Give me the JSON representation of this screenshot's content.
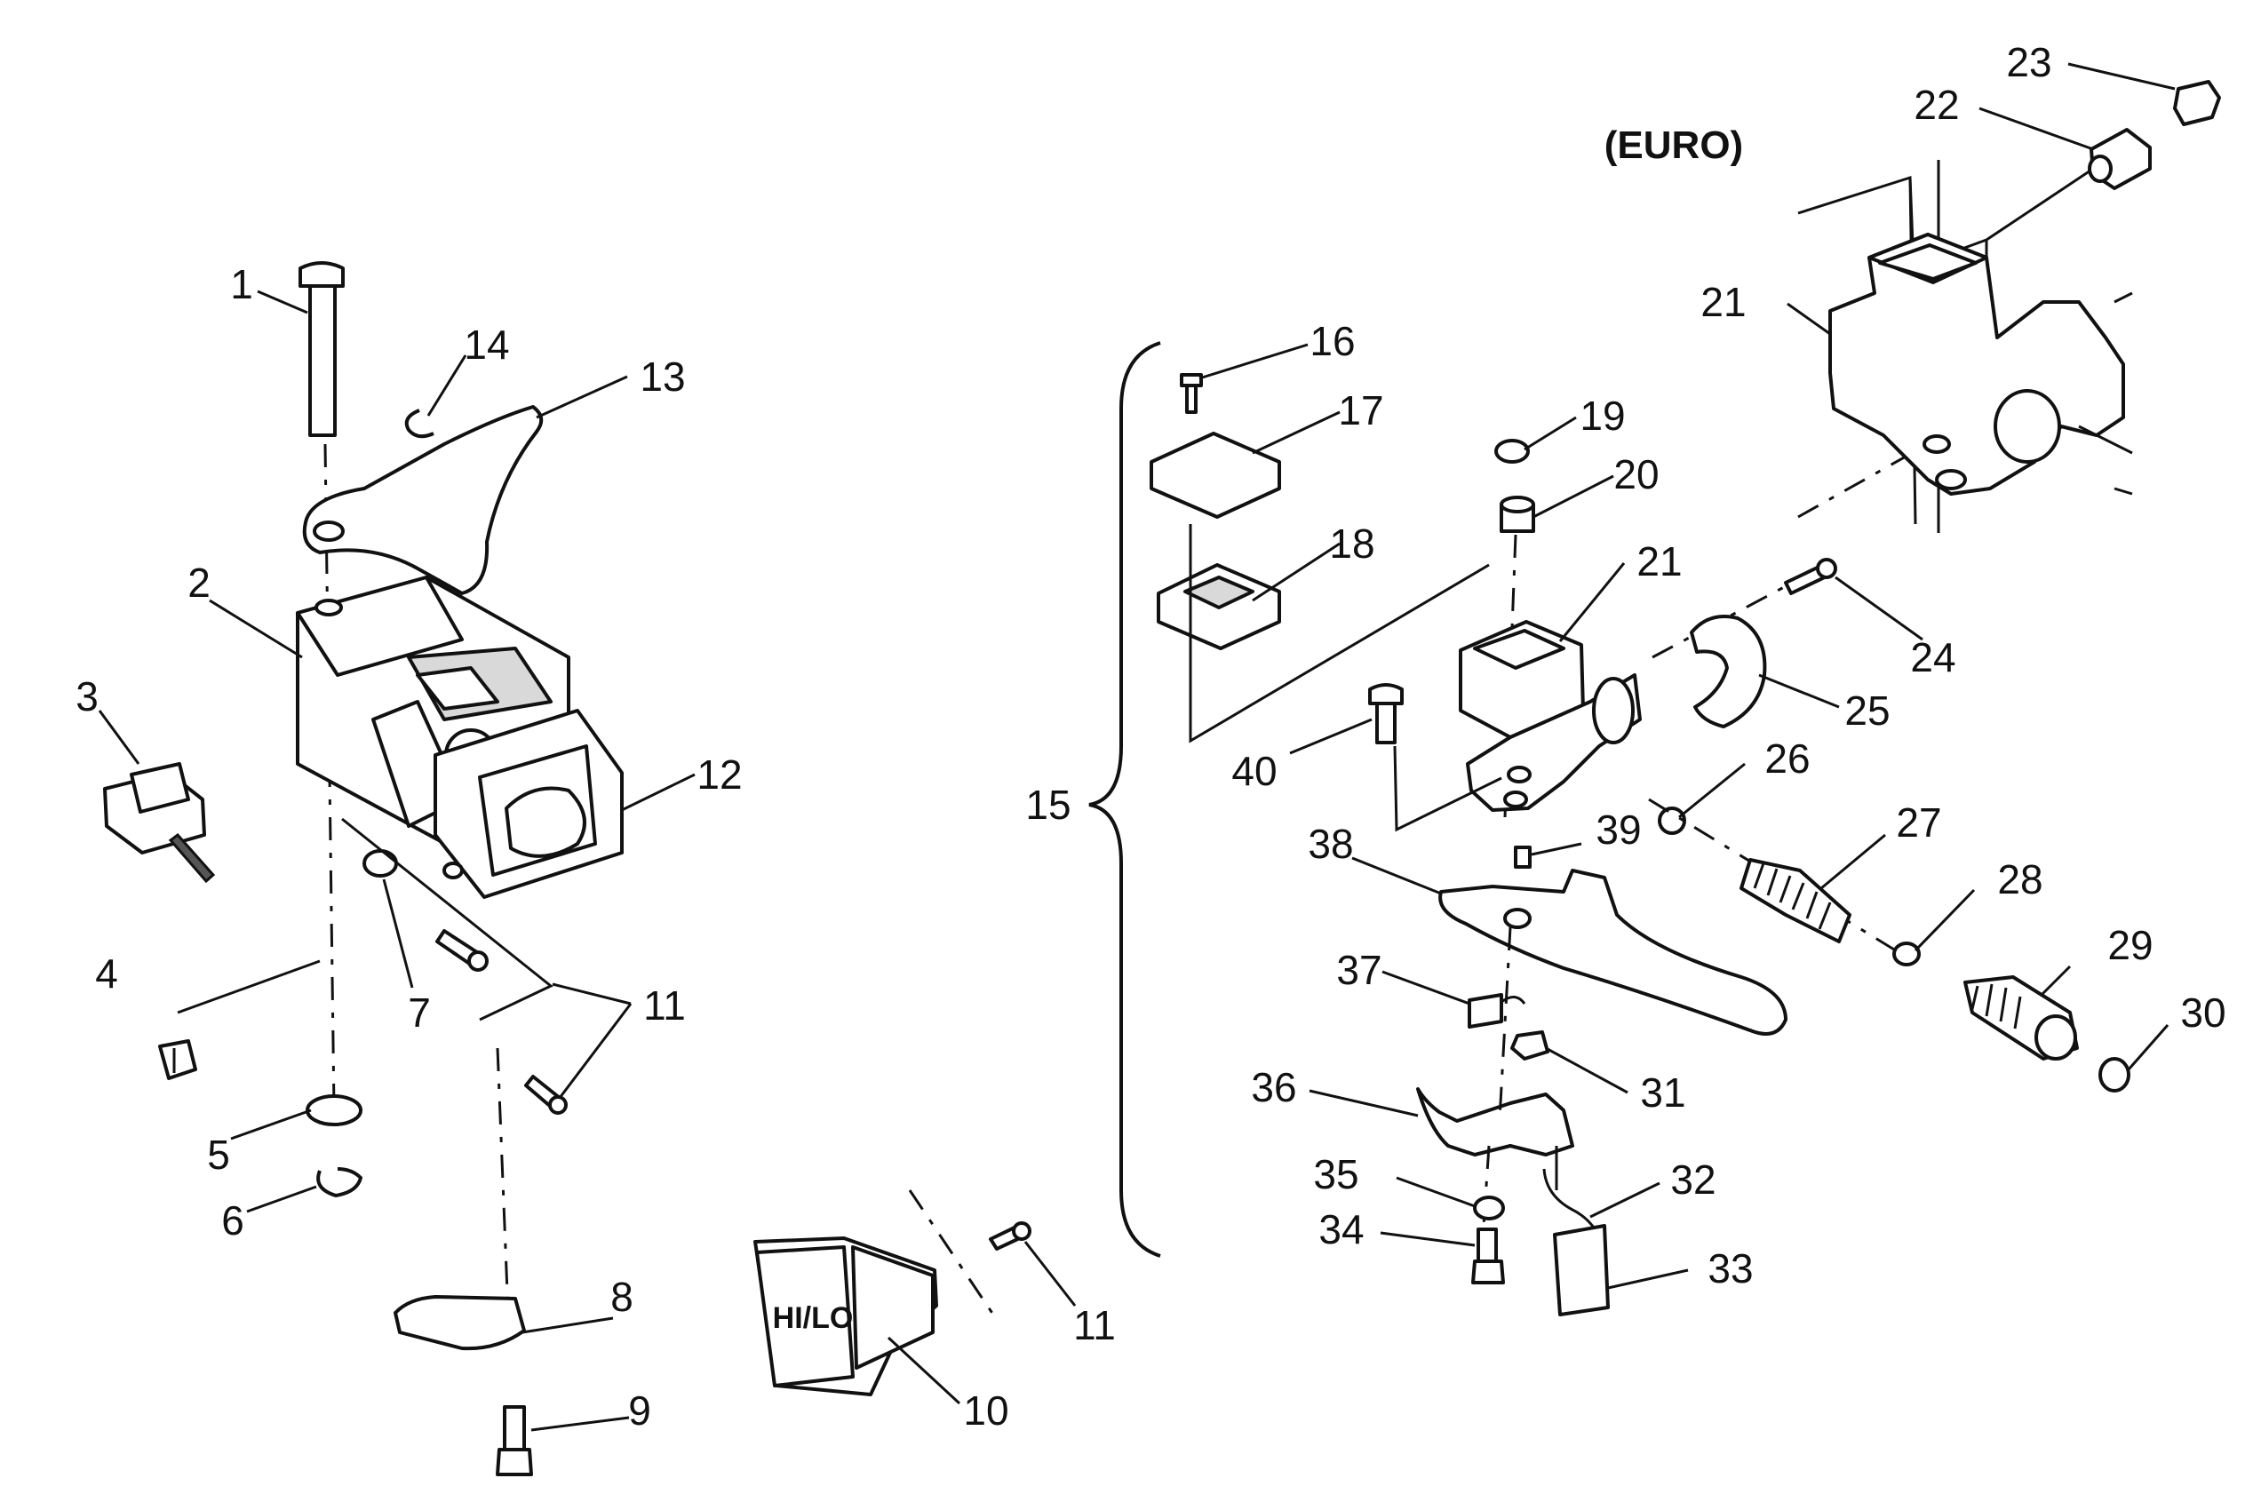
{
  "diagram": {
    "euro_label": "(EURO)",
    "switch_face_label": "HI/LO",
    "callouts": {
      "c1": "1",
      "c2": "2",
      "c3": "3",
      "c4": "4",
      "c5": "5",
      "c6": "6",
      "c7": "7",
      "c8": "8",
      "c9": "9",
      "c10": "10",
      "c11a": "11",
      "c11b": "11",
      "c12": "12",
      "c13": "13",
      "c14": "14",
      "c15": "15",
      "c16": "16",
      "c17": "17",
      "c18": "18",
      "c19": "19",
      "c20": "20",
      "c21a": "21",
      "c21b": "21",
      "c22": "22",
      "c23": "23",
      "c24": "24",
      "c25": "25",
      "c26": "26",
      "c27": "27",
      "c28": "28",
      "c29": "29",
      "c30": "30",
      "c31": "31",
      "c32": "32",
      "c33": "33",
      "c34": "34",
      "c35": "35",
      "c36": "36",
      "c37": "37",
      "c38": "38",
      "c39": "39",
      "c40": "40"
    }
  }
}
